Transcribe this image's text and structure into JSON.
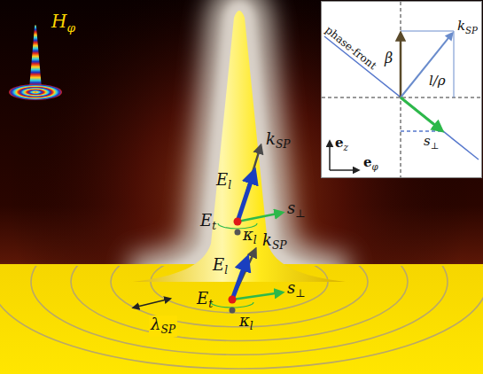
{
  "diagram": {
    "labels": [
      "Hφ",
      "kSP",
      "El",
      "Et",
      "κl",
      "s⊥",
      "kSP",
      "El",
      "Et",
      "κl",
      "s⊥",
      "λSP",
      "β",
      "kSP",
      "l/ρ",
      "phase-front",
      "s⊥",
      "ez",
      "eφ"
    ]
  }
}
